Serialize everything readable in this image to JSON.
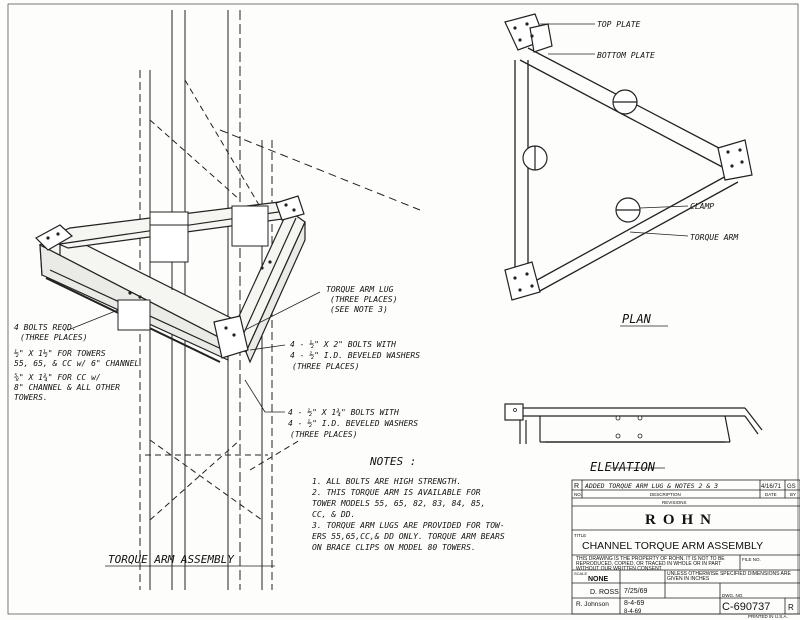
{
  "labels": {
    "top_plate": "TOP PLATE",
    "bottom_plate": "BOTTOM PLATE",
    "clamp": "CLAMP",
    "torque_arm": "TORQUE ARM",
    "plan": "PLAN",
    "elevation": "ELEVATION",
    "assembly": "TORQUE ARM ASSEMBLY",
    "lug_1": "TORQUE ARM LUG",
    "lug_2": "(THREE PLACES)",
    "lug_3": "(SEE NOTE 3)",
    "bolts_a_1": "4 BOLTS REQD.",
    "bolts_a_2": "(THREE PLACES)",
    "bolts_a_3": "½\" X 1½\" FOR TOWERS",
    "bolts_a_4": "55, 65, & CC w/ 6\" CHANNEL",
    "bolts_a_5": "⅝\" X 1¾\" FOR CC w/",
    "bolts_a_6": "8\" CHANNEL & ALL OTHER",
    "bolts_a_7": "TOWERS.",
    "bolts_b_1": "4 - ½\" X 2\" BOLTS WITH",
    "bolts_b_2": "4 - ½\" I.D. BEVELED WASHERS",
    "bolts_b_3": "(THREE PLACES)",
    "bolts_c_1": "4 - ½\" X 1¾\" BOLTS WITH",
    "bolts_c_2": "4 - ½\" I.D. BEVELED WASHERS",
    "bolts_c_3": "(THREE PLACES)"
  },
  "notes": {
    "title": "NOTES :",
    "lines": [
      "1.  ALL BOLTS ARE HIGH STRENGTH.",
      "2.  THIS TORQUE ARM IS AVAILABLE FOR",
      "     TOWER MODELS 55, 65, 82, 83, 84, 85,",
      "     CC, & DD.",
      "3.  TORQUE ARM LUGS ARE PROVIDED FOR TOW-",
      "     ERS 55,65,CC,& DD ONLY. TORQUE ARM BEARS",
      "     ON BRACE CLIPS ON MODEL 80 TOWERS."
    ]
  },
  "title_block": {
    "rev_letter": "R",
    "revision_text": "ADDED TORQUE ARM LUG & NOTES 2 & 3",
    "revision_date": "4/16/71",
    "rev_by": "GS",
    "col_no": "NO.",
    "col_description": "DESCRIPTION",
    "col_date": "DATE",
    "col_by": "BY",
    "revisions": "REVISIONS",
    "company": "ROHN",
    "title_label": "TITLE",
    "title": "CHANNEL TORQUE ARM ASSEMBLY",
    "property_note": "THIS DRAWING IS THE PROPERTY OF ROHN. IT IS NOT TO BE REPRODUCED, COPIED, OR TRACED IN WHOLE OR IN PART WITHOUT OUR WRITTEN CONSENT.",
    "file_no": "FILE NO.",
    "scale_label": "SCALE",
    "scale": "NONE",
    "drawn_by": "D. ROSS",
    "drawn_date": "7/25/69",
    "checked_by": "R. Johnson",
    "checked_date": "8-4-69",
    "approved_date": "8-4-69",
    "tolerance_note": "UNLESS OTHERWISE SPECIFIED DIMENSIONS ARE GIVEN IN INCHES",
    "dwg_no_label": "DWG. NO.",
    "dwg_no": "C-690737",
    "rev": "R",
    "printed": "PRINTED IN U.S.A."
  }
}
